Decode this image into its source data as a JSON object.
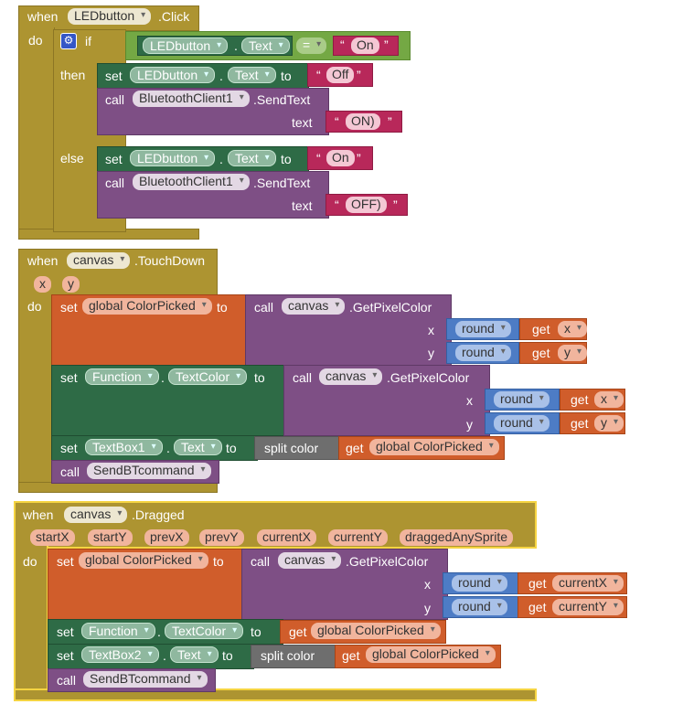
{
  "kw": {
    "when": "when",
    "do": "do",
    "if": "if",
    "then": "then",
    "else": "else",
    "set": "set",
    "to": "to",
    "call": "call",
    "get": "get",
    "text": "text",
    "x": "x",
    "y": "y",
    "split_color": "split color",
    "eq": "=",
    "dot": ".",
    "lq": "“",
    "rq": "”"
  },
  "click_event": {
    "component": "LEDbutton",
    "event": ".Click",
    "cond_component": "LEDbutton",
    "cond_prop": "Text",
    "cond_value": "On",
    "then_component": "LEDbutton",
    "then_prop": "Text",
    "then_value": "Off",
    "then_client": "BluetoothClient1",
    "then_method": ".SendText",
    "then_send": "ON)",
    "else_component": "LEDbutton",
    "else_prop": "Text",
    "else_value": "On",
    "else_client": "BluetoothClient1",
    "else_method": ".SendText",
    "else_send": "OFF)"
  },
  "touchdown_event": {
    "component": "canvas",
    "event": ".TouchDown",
    "params": [
      "x",
      "y"
    ],
    "global_var": "global ColorPicked",
    "canvas": "canvas",
    "pixel_method": ".GetPixelColor",
    "round": "round",
    "get_x": "x",
    "get_y": "y",
    "function_comp": "Function",
    "textcolor_prop": "TextColor",
    "textbox": "TextBox1",
    "text_prop": "Text",
    "global_get": "global ColorPicked",
    "procedure": "SendBTcommand"
  },
  "dragged_event": {
    "component": "canvas",
    "event": ".Dragged",
    "params": [
      "startX",
      "startY",
      "prevX",
      "prevY",
      "currentX",
      "currentY",
      "draggedAnySprite"
    ],
    "global_var": "global ColorPicked",
    "canvas": "canvas",
    "pixel_method": ".GetPixelColor",
    "round": "round",
    "get_x": "currentX",
    "get_y": "currentY",
    "function_comp": "Function",
    "textcolor_prop": "TextColor",
    "global_get": "global ColorPicked",
    "textbox": "TextBox2",
    "text_prop": "Text",
    "global_get2": "global ColorPicked",
    "procedure": "SendBTcommand"
  },
  "colors": {
    "event": "#ad9431",
    "control": "#ad9431",
    "component_set": "#2e6b46",
    "component_call": "#7e4f85",
    "variable": "#d05d2b",
    "text": "#b8285a",
    "math": "#4d7cc5",
    "color": "#6e6e6e",
    "logic": "#74a844",
    "selection": "#f5d442"
  }
}
